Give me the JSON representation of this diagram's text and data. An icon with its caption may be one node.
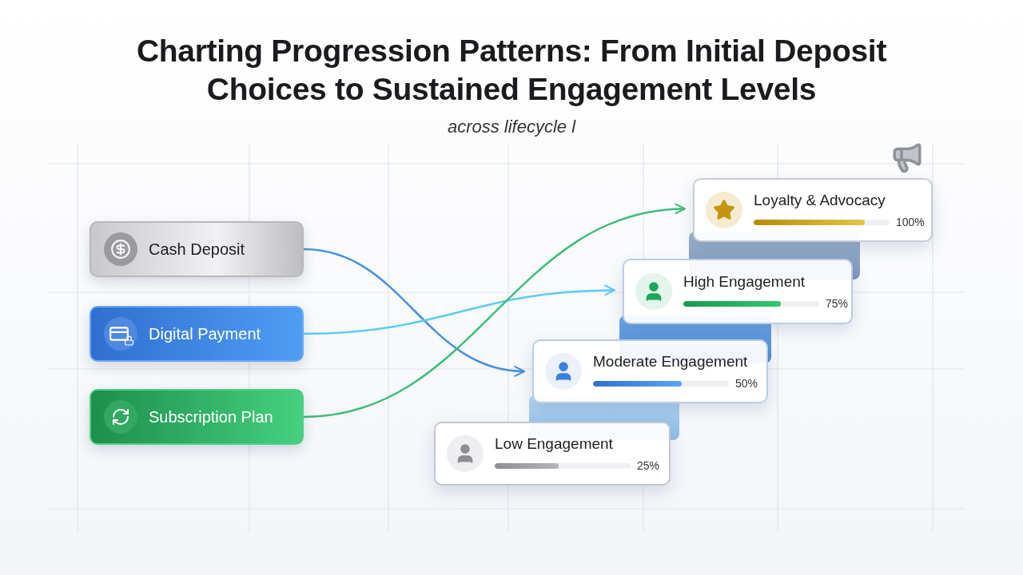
{
  "diagram": {
    "title": "Charting Progression Patterns: From Initial Deposit Choices to Sustained Engagement Levels",
    "caption": "across lifecycle l",
    "nodes": [
      {
        "text": [
          "Cash Deposit"
        ]
      },
      {
        "text": [
          "Digital Payment"
        ]
      },
      {
        "text": [
          "Subscription Plan"
        ]
      },
      {
        "text": [
          "Loyalty & Advocacy",
          "100%"
        ]
      },
      {
        "text": [
          "High Engagement",
          "75%"
        ]
      },
      {
        "text": [
          "Moderate Engagement",
          "50%"
        ]
      },
      {
        "text": [
          "Low Engagement",
          "25%"
        ]
      }
    ],
    "edges": [
      {
        "from": 0,
        "to": 5,
        "arrow": "to"
      },
      {
        "from": 1,
        "to": 4,
        "arrow": "to",
        "color": "#5ccbf2"
      },
      {
        "from": 2,
        "to": 3,
        "arrow": "to",
        "color": "#3dbd78"
      }
    ]
  }
}
